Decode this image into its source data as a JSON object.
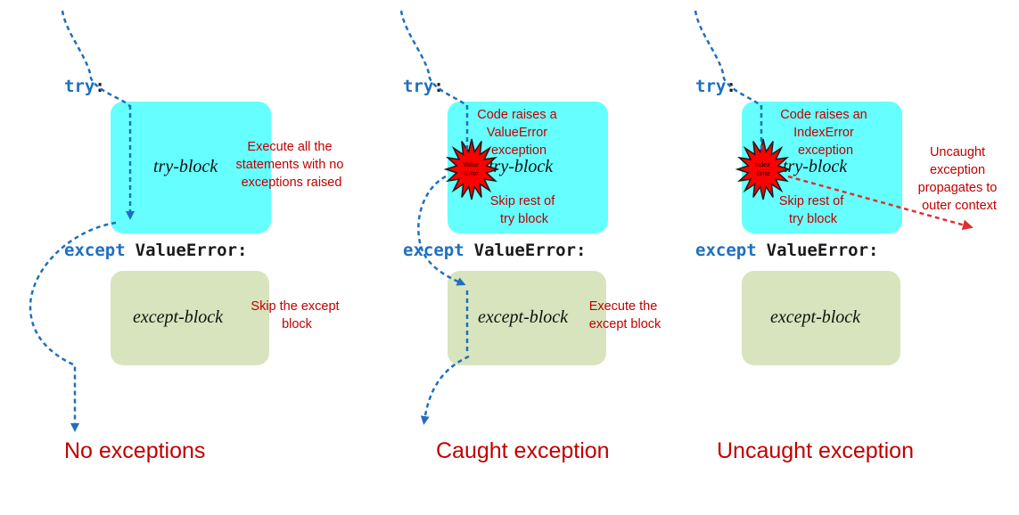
{
  "colors": {
    "try_block": "#66ffff",
    "except_block": "#d7e4bd",
    "flow_arrow": "#1f6fbf",
    "uncaught_arrow": "#e03030",
    "note_text": "#c00000",
    "burst": "#ff0000"
  },
  "code": {
    "try_keyword": "try",
    "colon": ":",
    "except_keyword": "except",
    "exception_name": "ValueError:"
  },
  "panels": [
    {
      "try_block_label": "try-block",
      "except_block_label": "except-block",
      "try_note": [
        "Execute all the",
        "statements with no",
        "exceptions raised"
      ],
      "except_note": [
        "Skip the except",
        "block"
      ],
      "caption": "No exceptions"
    },
    {
      "try_block_label": "try-block",
      "except_block_label": "except-block",
      "raise_note": [
        "Code raises a",
        "ValueError",
        "exception"
      ],
      "skip_note": [
        "Skip rest of",
        "try block"
      ],
      "burst_label": [
        "Value",
        "Error"
      ],
      "except_note": [
        "Execute the",
        "except block"
      ],
      "caption": "Caught exception"
    },
    {
      "try_block_label": "try-block",
      "except_block_label": "except-block",
      "raise_note": [
        "Code raises an",
        "IndexError",
        "exception"
      ],
      "skip_note": [
        "Skip rest of",
        "try block"
      ],
      "burst_label": [
        "Index",
        "Error"
      ],
      "outer_note": [
        "Uncaught",
        "exception",
        "propagates to",
        "outer context"
      ],
      "caption": "Uncaught exception"
    }
  ]
}
